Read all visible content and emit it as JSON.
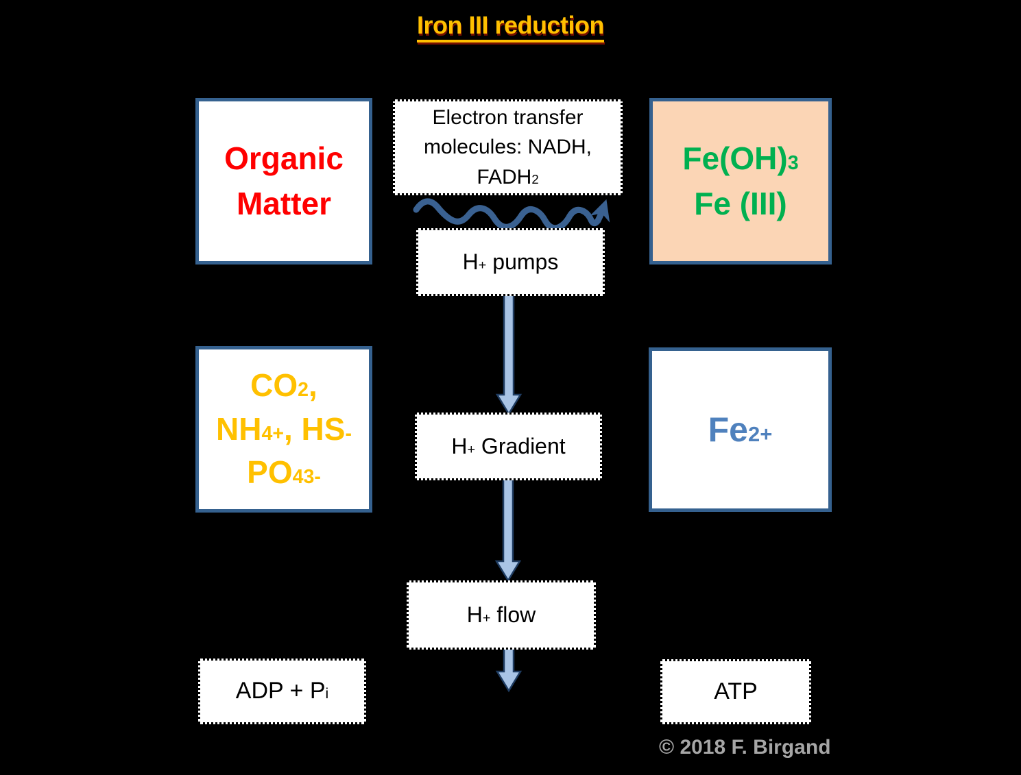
{
  "title": "Iron III reduction",
  "copyright": "© 2018 F. Birgand",
  "colors": {
    "background": "#000000",
    "solid_border": "#35618F",
    "peach_fill": "#FBD5B5",
    "red_text": "#FF0000",
    "green_text": "#00B050",
    "orange_text": "#FFC000",
    "blue_text": "#4F81BD",
    "arrow_fill": "#A9C4E5",
    "arrow_border": "#1F3C61",
    "wavy_arrow": "#3A6191",
    "copyright_gray": "#A6A6A6"
  },
  "boxes": {
    "organic_matter": {
      "lines": [
        [
          {
            "t": "Organic"
          }
        ],
        [
          {
            "t": "Matter"
          }
        ]
      ]
    },
    "electron_transfer": {
      "lines": [
        [
          {
            "t": "Electron transfer"
          }
        ],
        [
          {
            "t": "molecules: NADH,"
          }
        ],
        [
          {
            "t": "FADH"
          },
          {
            "t": "2",
            "v": "sub"
          }
        ]
      ]
    },
    "iron3": {
      "lines": [
        [
          {
            "t": "Fe(OH)"
          },
          {
            "t": "3",
            "v": "sub"
          }
        ],
        [
          {
            "t": "Fe (III)"
          }
        ]
      ]
    },
    "h_pumps": {
      "lines": [
        [
          {
            "t": "H"
          },
          {
            "t": "+",
            "v": "sup"
          },
          {
            "t": " pumps"
          }
        ]
      ]
    },
    "mineral_products": {
      "lines": [
        [
          {
            "t": "CO"
          },
          {
            "t": "2",
            "v": "sub"
          },
          {
            "t": ","
          }
        ],
        [
          {
            "t": "NH"
          },
          {
            "t": "4",
            "v": "sub"
          },
          {
            "t": "+",
            "v": "sup"
          },
          {
            "t": ", HS"
          },
          {
            "t": "-",
            "v": "sup"
          }
        ],
        [
          {
            "t": "PO"
          },
          {
            "t": "4",
            "v": "sub"
          },
          {
            "t": "3-",
            "v": "sup"
          }
        ]
      ]
    },
    "h_gradient": {
      "lines": [
        [
          {
            "t": "H"
          },
          {
            "t": "+",
            "v": "sup"
          },
          {
            "t": " Gradient"
          }
        ]
      ]
    },
    "iron2": {
      "lines": [
        [
          {
            "t": "Fe"
          },
          {
            "t": "2+",
            "v": "sup"
          }
        ]
      ]
    },
    "h_flow": {
      "lines": [
        [
          {
            "t": "H"
          },
          {
            "t": "+",
            "v": "sup"
          },
          {
            "t": " flow"
          }
        ]
      ]
    },
    "adp": {
      "lines": [
        [
          {
            "t": "ADP + P"
          },
          {
            "t": "i",
            "v": "sub"
          }
        ]
      ]
    },
    "atp": {
      "lines": [
        [
          {
            "t": "ATP"
          }
        ]
      ]
    }
  }
}
